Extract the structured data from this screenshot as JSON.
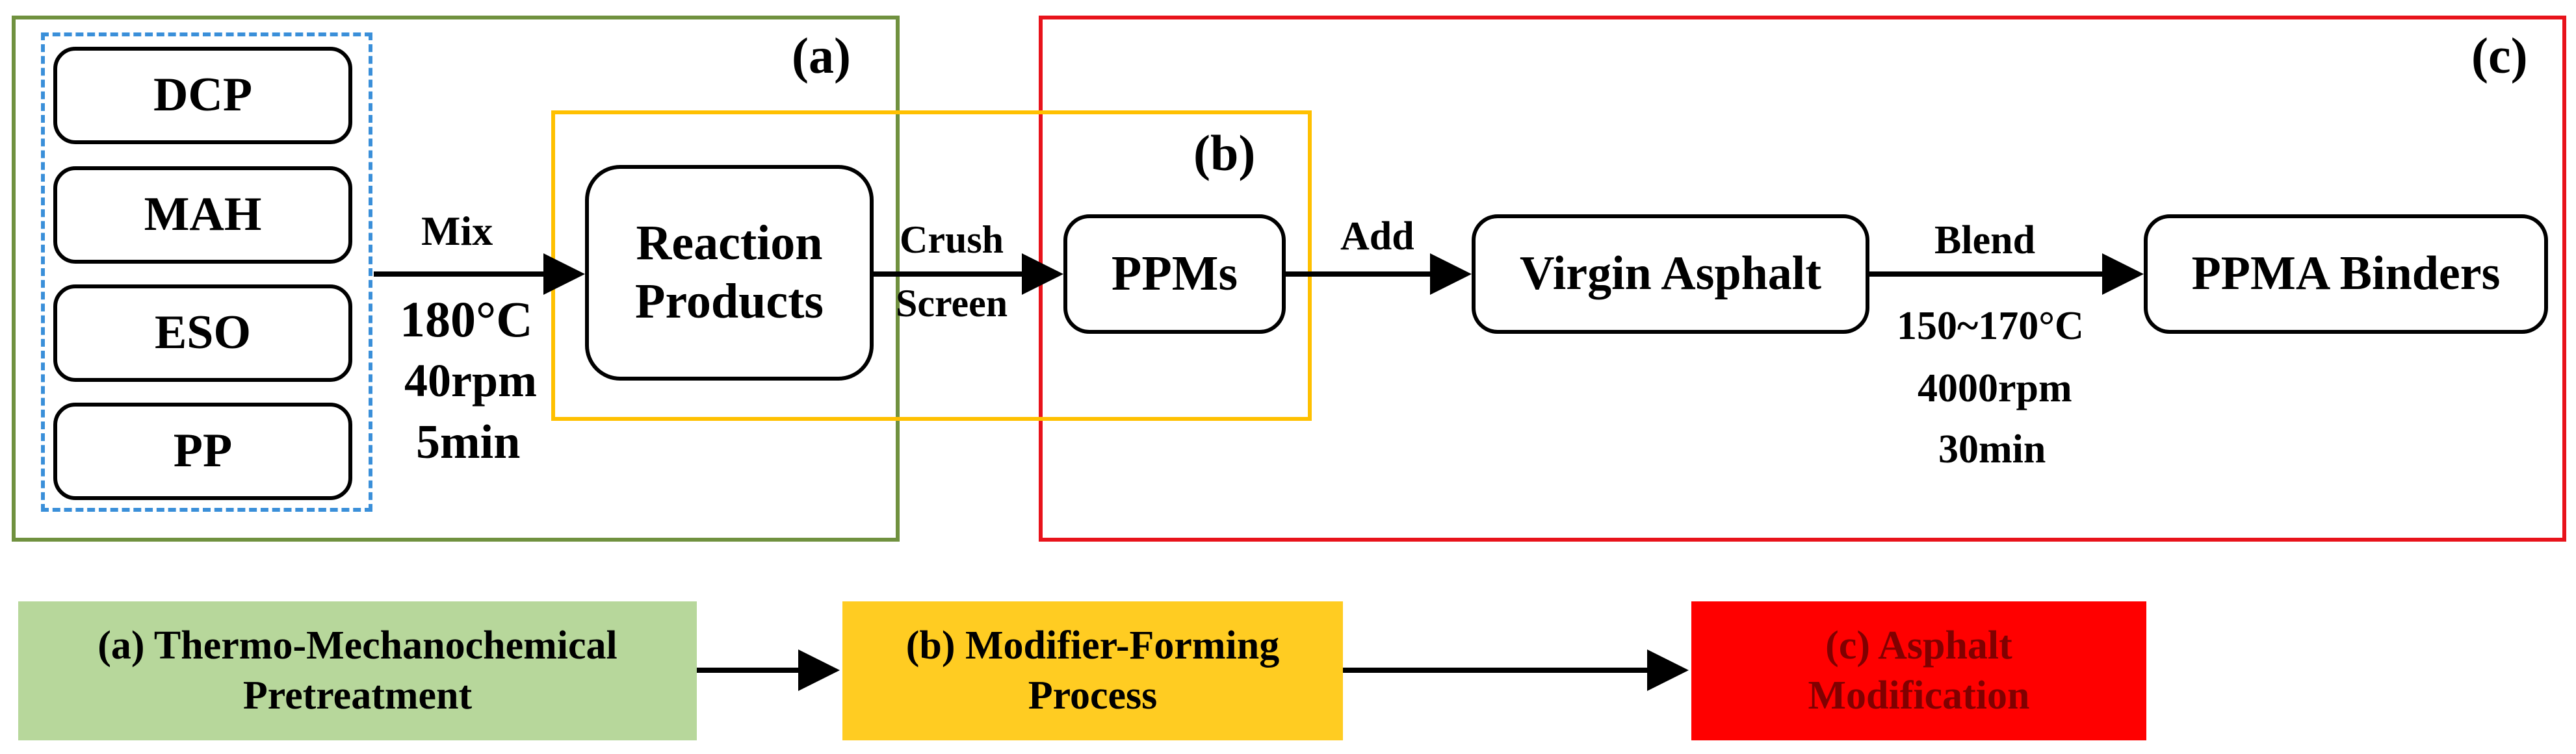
{
  "sections": {
    "a_label": "(a)",
    "b_label": "(b)",
    "c_label": "(c)"
  },
  "inputs": [
    "DCP",
    "MAH",
    "ESO",
    "PP"
  ],
  "steps": {
    "mix": "Mix",
    "mix_temp": "180°C",
    "mix_speed": "40rpm",
    "mix_time": "5min",
    "reaction_products": "Reaction Products",
    "crush": "Crush",
    "screen": "Screen",
    "ppms": "PPMs",
    "add": "Add",
    "virgin_asphalt": "Virgin Asphalt",
    "blend": "Blend",
    "blend_temp": "150~170°C",
    "blend_speed": "4000rpm",
    "blend_time": "30min",
    "ppma_binders": "PPMA Binders"
  },
  "legend": [
    {
      "label": "(a) Thermo-Mechanochemical Pretreatment",
      "color": "#b7d79b",
      "text_color": "#000000"
    },
    {
      "label": "(b) Modifier-Forming Process",
      "color": "#ffcc22",
      "text_color": "#000000"
    },
    {
      "label": "(c) Asphalt Modification",
      "color": "#ff0000",
      "text_color": "#800000"
    }
  ],
  "colors": {
    "frame_a": "#70913f",
    "frame_b": "#ffc000",
    "frame_c": "#e8131b",
    "dashed_group": "#3a8fd9"
  }
}
